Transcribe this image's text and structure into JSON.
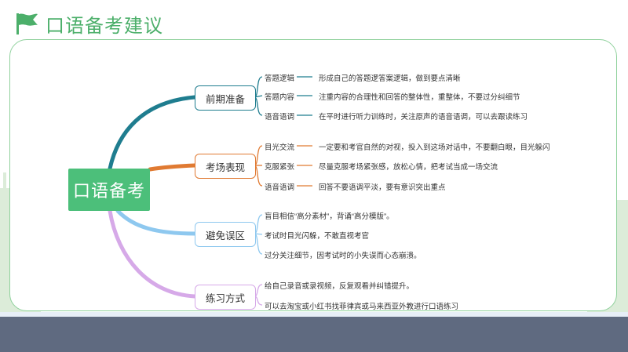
{
  "title": "口语备考建议",
  "root": "口语备考",
  "branches": [
    {
      "label": "前期准备",
      "color": "#1f7d8f",
      "items": [
        {
          "sub": "答题逻辑",
          "desc": "形成自己的答题逻答案逻辑，做到要点清晰"
        },
        {
          "sub": "答题内容",
          "desc": "注重内容的合理性和回答的整体性，重整体，不要过分纠细节"
        },
        {
          "sub": "语音语调",
          "desc": "在平时进行听力训练时，关注原声的语音语调，可以去跟读练习"
        }
      ]
    },
    {
      "label": "考场表现",
      "color": "#e07a32",
      "items": [
        {
          "sub": "目光交流",
          "desc": "一定要和考官自然的对视，投入到这场对话中，不要翻白眼，目光躲闪"
        },
        {
          "sub": "克服紧张",
          "desc": "尽量克服考场紧张感，放松心情，把考试当成一场交流"
        },
        {
          "sub": "语音语调",
          "desc": "回答不要语调平淡，要有意识突出重点"
        }
      ]
    },
    {
      "label": "避免误区",
      "color": "#8ec8ef",
      "items": [
        {
          "desc": "盲目相信“高分素材”，背诵“高分模版”。"
        },
        {
          "desc": "考试时目光闪躲，不敢直视考官"
        },
        {
          "desc": "过分关注细节，因考试时的小失误而心态崩溃。"
        }
      ]
    },
    {
      "label": "练习方式",
      "color": "#d6a9e8",
      "items": [
        {
          "desc": "给自己录音或录视频，反复观看并纠错提升。"
        },
        {
          "desc": "可以去淘宝或小红书找菲律宾或马来西亚外教进行口语练习"
        }
      ]
    }
  ]
}
